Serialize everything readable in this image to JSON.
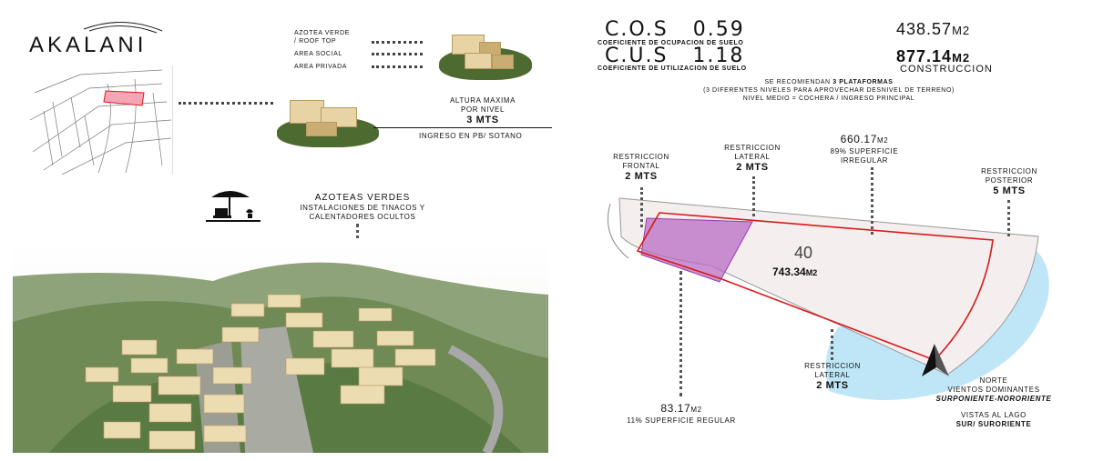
{
  "brand": {
    "name": "AKALANI"
  },
  "legend": {
    "azotea": "AZOTEA VERDE",
    "rooftop": "/ ROOF TOP",
    "social": "AREA SOCIAL",
    "privada": "AREA PRIVADA"
  },
  "altura": {
    "title1": "ALTURA MAXIMA",
    "title2": "POR NIVEL",
    "value": "3 MTS",
    "ingreso": "INGRESO EN PB/ SOTANO"
  },
  "azoteas": {
    "title": "AZOTEAS VERDES",
    "line1": "INSTALACIONES DE TINACOS Y",
    "line2": "CALENTADORES OCULTOS"
  },
  "indices": {
    "cos_label": "C.O.S",
    "cos_value": "0.59",
    "cos_desc": "COEFICIENTE DE OCUPACION DE SUELO",
    "cos_area": "438.57",
    "cus_label": "C.U.S",
    "cus_value": "1.18",
    "cus_desc": "COEFICIENTE DE UTILIZACION DE SUELO",
    "cus_area": "877.14",
    "cus_area_desc": "CONSTRUCCION",
    "unit": "M2"
  },
  "plataformas": {
    "line1_a": "SE RECOMIENDAN",
    "line1_b": "3 PLATAFORMAS",
    "line2": "(3 DIFERENTES NIVELES PARA APROVECHAR DESNIVEL DE TERRENO)",
    "line3": "NIVEL MEDIO = COCHERA / INGRESO PRINCIPAL"
  },
  "restricciones": {
    "frontal_t1": "RESTRICCION",
    "frontal_t2": "FRONTAL",
    "frontal_v": "2 MTS",
    "lateral_t1": "RESTRICCION",
    "lateral_t2": "LATERAL",
    "lateral_v": "2 MTS",
    "posterior_t1": "RESTRICCION",
    "posterior_t2": "POSTERIOR",
    "posterior_v": "5 MTS",
    "lateral2_t1": "RESTRICCION",
    "lateral2_t2": "LATERAL",
    "lateral2_v": "2 MTS"
  },
  "superficies": {
    "irregular_area": "660.17",
    "irregular_t1": "89% SUPERFICIE",
    "irregular_t2": "IRREGULAR",
    "regular_area": "83.17",
    "regular_t": "11% SUPERFICIE REGULAR",
    "lot_number": "40",
    "lot_area": "743.34",
    "unit": "M2"
  },
  "orientacion": {
    "norte": "NORTE",
    "vientos": "VIENTOS DOMINANTES",
    "vientos_dir": "SURPONIENTE-NORORIENTE",
    "vistas": "VISTAS AL LAGO",
    "vistas_dir": "SUR/ SURORIENTE"
  },
  "colors": {
    "lot_outline": "#d81b1b",
    "regular_fill": "#b86cc4",
    "lake": "#bfe6f7",
    "map_highlight": "#f4a6b6"
  }
}
